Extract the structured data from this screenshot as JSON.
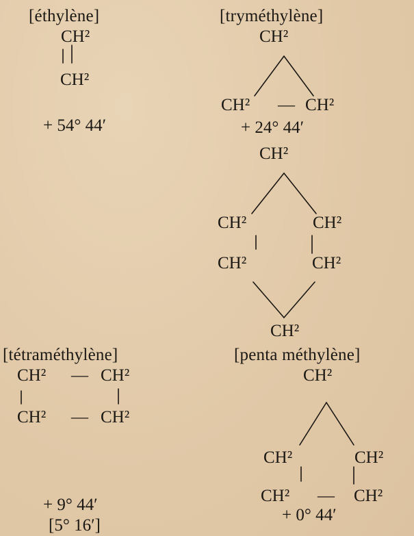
{
  "ethylene": {
    "label": "[éthylène]",
    "top": "CH²",
    "bottom": "CH²",
    "angle": "+ 54° 44′"
  },
  "trimethylene": {
    "label": "[tryméthylène]",
    "apex": "CH²",
    "left": "CH²",
    "dash": "—",
    "right": "CH²",
    "angle": "+ 24° 44′"
  },
  "hexagon": {
    "top": "CH²",
    "upper_left": "CH²",
    "upper_right": "CH²",
    "lower_left": "CH²",
    "lower_right": "CH²",
    "bottom": "CH²"
  },
  "tetramethylene": {
    "label": "[tétraméthylène]",
    "top_left": "CH²",
    "top_dash": "—",
    "top_right": "CH²",
    "bottom_left": "CH²",
    "bottom_dash": "—",
    "bottom_right": "CH²",
    "angle": "+ 9° 44′",
    "alt_angle": "[5° 16′]"
  },
  "pentamethylene": {
    "label": "[penta méthylène]",
    "apex": "CH²",
    "upper_left": "CH²",
    "upper_right": "CH²",
    "lower_left": "CH²",
    "lower_dash": "—",
    "lower_right": "CH²",
    "angle": "+ 0° 44′"
  }
}
